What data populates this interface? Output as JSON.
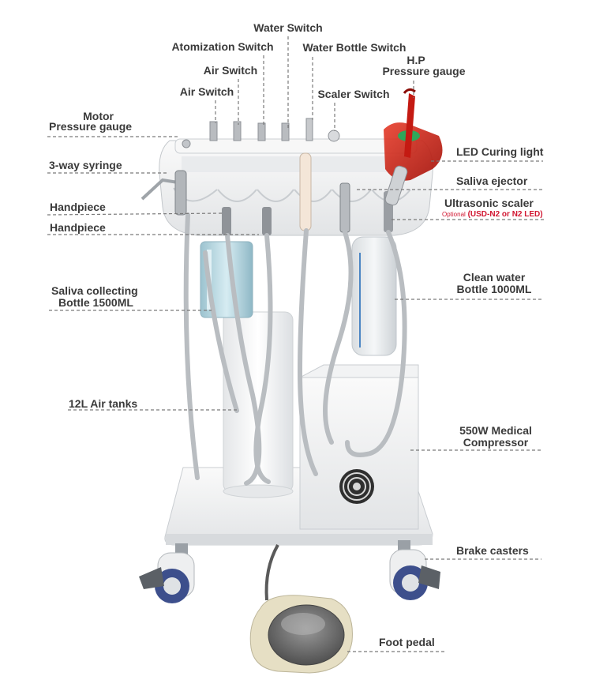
{
  "labels": {
    "water_switch": "Water Switch",
    "atomization_switch": "Atomization Switch",
    "water_bottle_switch": "Water Bottle Switch",
    "hp_line1": "H.P",
    "hp_line2": "Pressure gauge",
    "air_switch_upper": "Air Switch",
    "air_switch_lower": "Air Switch",
    "scaler_switch": "Scaler Switch",
    "motor_line1": "Motor",
    "motor_line2": "Pressure gauge",
    "three_way_syringe": "3-way syringe",
    "handpiece_1": "Handpiece",
    "handpiece_2": "Handpiece",
    "saliva_bottle_line1": "Saliva collecting",
    "saliva_bottle_line2": "Bottle 1500ML",
    "air_tanks": "12L Air tanks",
    "led_curing_light": "LED Curing light",
    "saliva_ejector": "Saliva ejector",
    "ultrasonic_scaler": "Ultrasonic scaler",
    "ultrasonic_optional": "Optional",
    "ultrasonic_models": " (USD-N2 or N2 LED)",
    "clean_water_line1": "Clean water",
    "clean_water_line2": "Bottle 1000ML",
    "compressor_line1": "550W Medical",
    "compressor_line2": "Compressor",
    "brake_casters": "Brake casters",
    "foot_pedal": "Foot pedal"
  },
  "colors": {
    "label_text": "#3a3a3a",
    "leader_line": "#7a7a7a",
    "optional_text": "#d11530",
    "curing_light": "#c41a12",
    "caster_wheel": "#3d4f8c"
  }
}
